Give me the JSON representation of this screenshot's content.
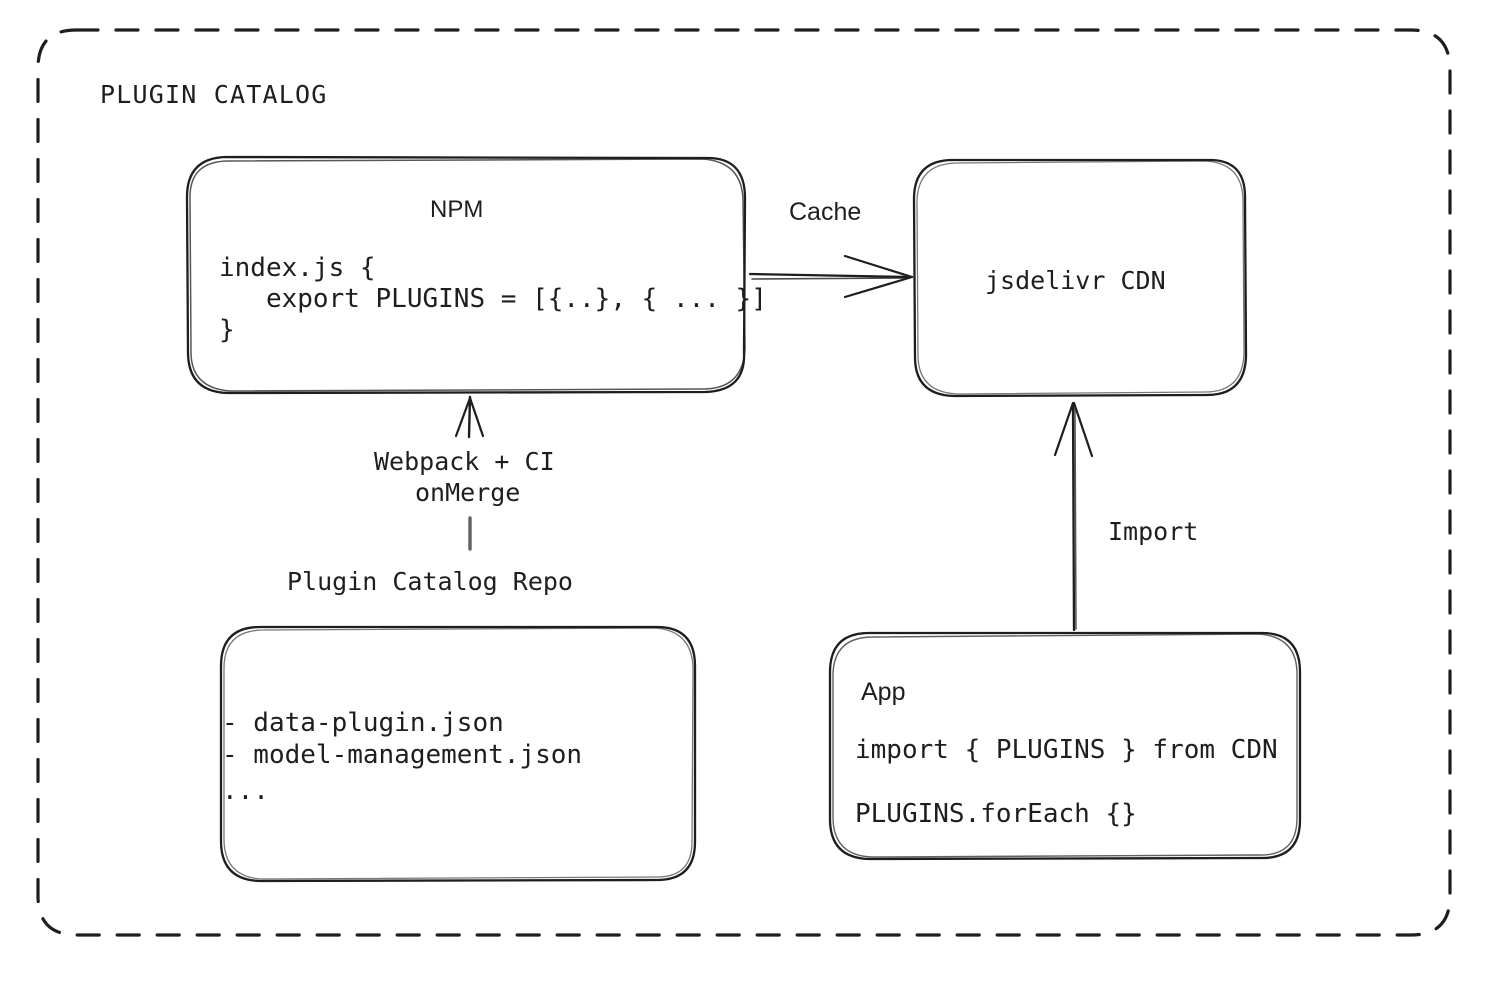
{
  "diagram": {
    "type": "architecture-flow",
    "background": "#ffffff",
    "stroke_color": "#1e1e1e",
    "frame": {
      "title": "PLUGIN CATALOG",
      "border_style": "dashed"
    },
    "nodes": {
      "npm": {
        "title": "NPM",
        "code": [
          "index.js {",
          "   export PLUGINS = [{..}, { ... }]",
          "}"
        ]
      },
      "cdn": {
        "title": "jsdelivr CDN"
      },
      "repo": {
        "title": "Plugin Catalog Repo",
        "lines": [
          "- data-plugin.json",
          "- model-management.json",
          "..."
        ]
      },
      "app": {
        "title": "App",
        "lines": [
          "import { PLUGINS } from CDN",
          "PLUGINS.forEach {}"
        ]
      }
    },
    "edges": [
      {
        "id": "npm-to-cdn",
        "from": "npm",
        "to": "cdn",
        "label": "Cache",
        "direction": "right"
      },
      {
        "id": "repo-to-npm",
        "from": "repo",
        "to": "npm",
        "label_line_1": "Webpack + CI",
        "label_line_2": "onMerge",
        "direction": "up"
      },
      {
        "id": "app-to-cdn",
        "from": "app",
        "to": "cdn",
        "label": "Import",
        "direction": "up"
      }
    ]
  }
}
